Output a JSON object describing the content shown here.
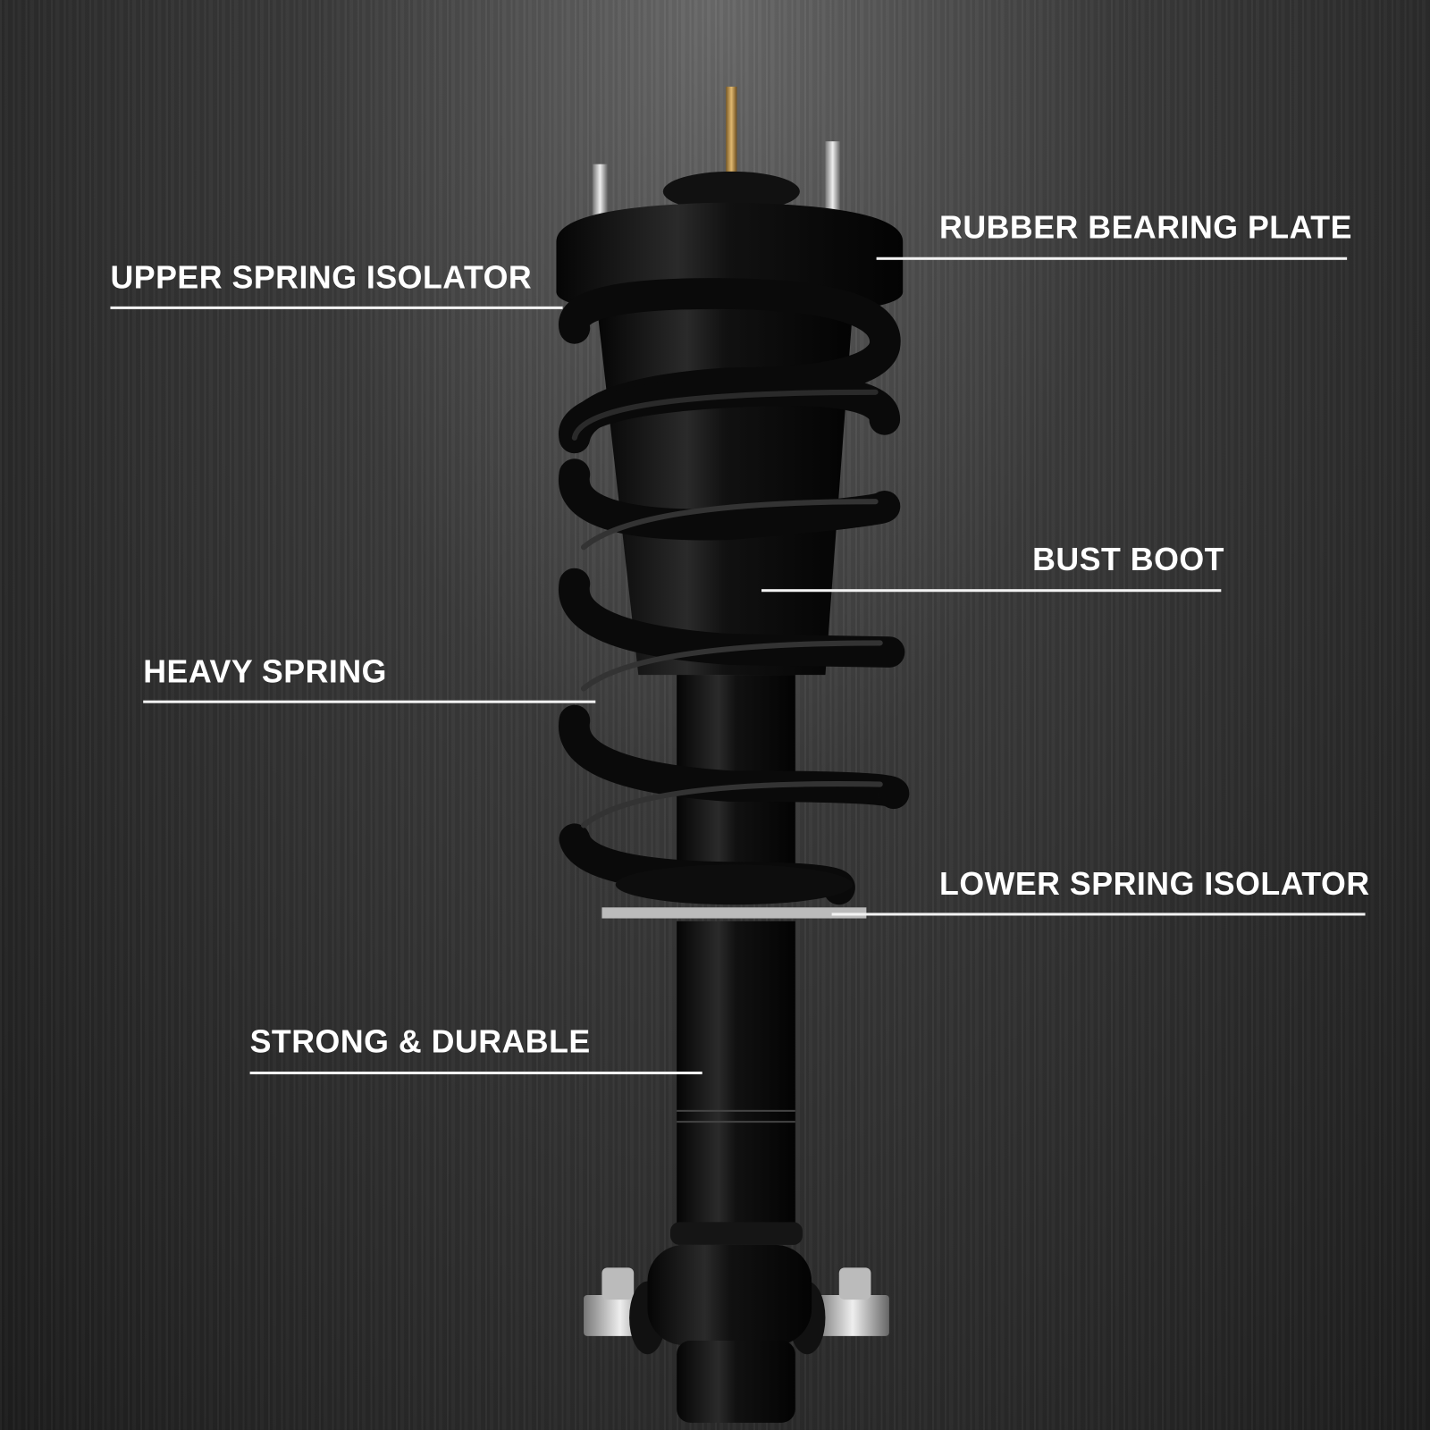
{
  "callouts": {
    "rubber_bearing_plate": "RUBBER BEARING PLATE",
    "upper_spring_isolator": "UPPER SPRING ISOLATOR",
    "bust_boot": "BUST BOOT",
    "heavy_spring": "HEAVY SPRING",
    "lower_spring_isolator": "LOWER SPRING ISOLATOR",
    "strong_durable": "STRONG & DURABLE"
  },
  "colors": {
    "label": "#ffffff",
    "strut": "#0b0b0b",
    "brass": "#b8904a",
    "metal": "#c8c8c8"
  }
}
